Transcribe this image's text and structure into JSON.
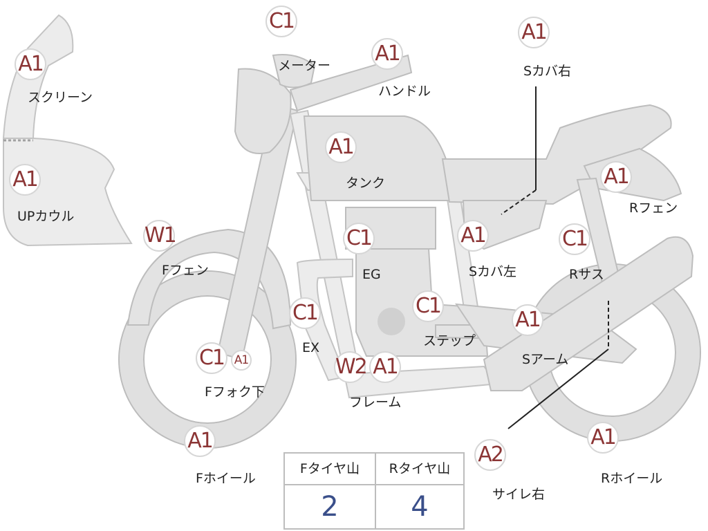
{
  "parts": [
    {
      "id": "screen",
      "grade": "A1",
      "label": "スクリーン"
    },
    {
      "id": "up-cowl",
      "grade": "A1",
      "label": "UPカウル"
    },
    {
      "id": "meter",
      "grade": "C1",
      "label": "メーター"
    },
    {
      "id": "handle",
      "grade": "A1",
      "label": "ハンドル"
    },
    {
      "id": "s-cover-right",
      "grade": "A1",
      "label": "Sカバ右"
    },
    {
      "id": "tank",
      "grade": "A1",
      "label": "タンク"
    },
    {
      "id": "r-fender",
      "grade": "A1",
      "label": "Rフェン"
    },
    {
      "id": "f-fender",
      "grade": "W1",
      "label": "Fフェン"
    },
    {
      "id": "engine",
      "grade": "C1",
      "label": "EG"
    },
    {
      "id": "s-cover-left",
      "grade": "A1",
      "label": "Sカバ左"
    },
    {
      "id": "r-suspension",
      "grade": "C1",
      "label": "Rサス"
    },
    {
      "id": "exhaust",
      "grade": "C1",
      "label": "EX"
    },
    {
      "id": "step",
      "grade": "C1",
      "label": "ステップ"
    },
    {
      "id": "swing-arm",
      "grade": "A1",
      "label": "Sアーム"
    },
    {
      "id": "f-fork-lower",
      "grade": "C1",
      "grade2": "A1",
      "label": "Fフォク下"
    },
    {
      "id": "frame",
      "grade": "W2",
      "grade2": "A1",
      "label": "フレーム"
    },
    {
      "id": "silencer-right",
      "grade": "A2",
      "label": "サイレ右"
    },
    {
      "id": "f-wheel",
      "grade": "A1",
      "label": "Fホイール"
    },
    {
      "id": "r-wheel",
      "grade": "A1",
      "label": "Rホイール"
    }
  ],
  "tires": {
    "front_label": "Fタイヤ山",
    "front_value": "2",
    "rear_label": "Rタイヤ山",
    "rear_value": "4"
  },
  "colors": {
    "grade_text": "#8b3535",
    "tire_value": "#3a4f8a",
    "body_fill": "#e3e3e3"
  }
}
